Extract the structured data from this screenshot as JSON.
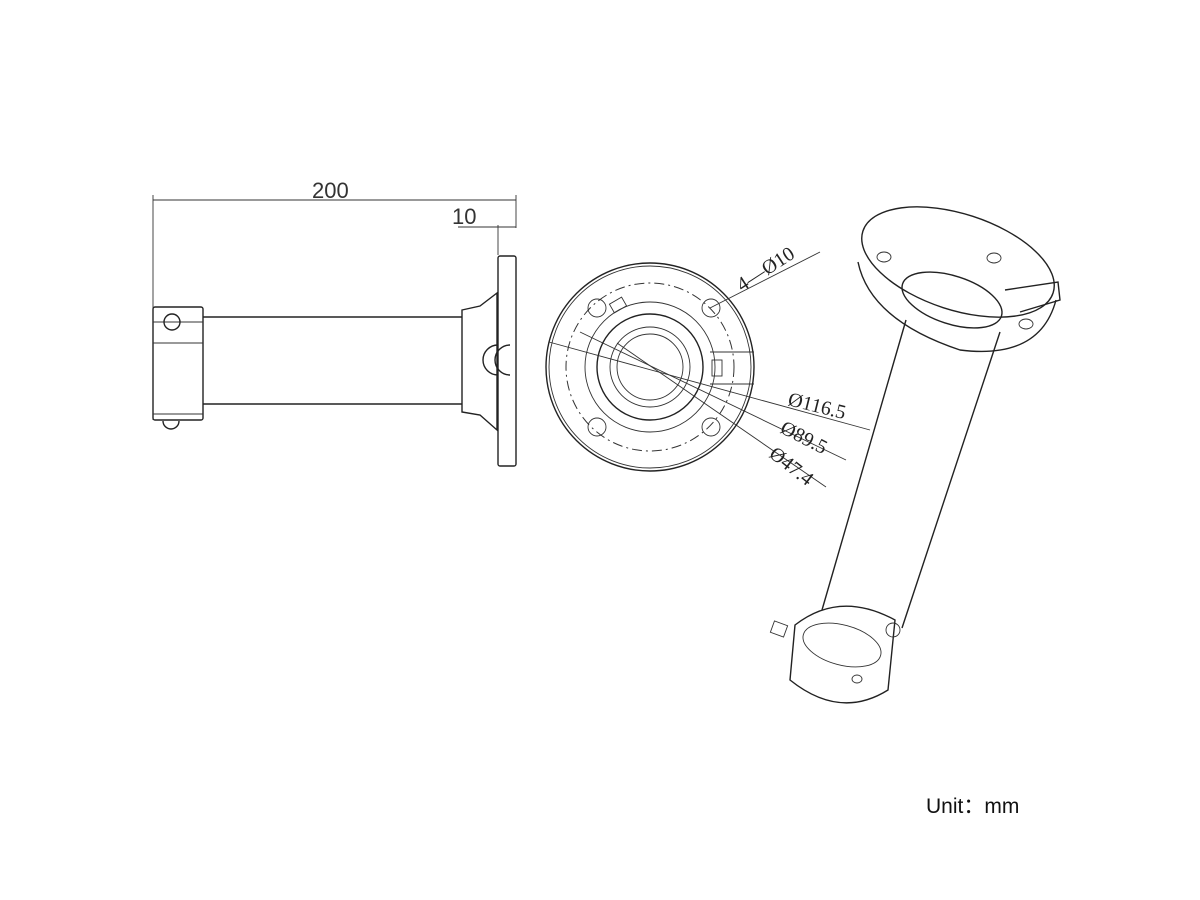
{
  "side_view": {
    "overall_length": "200",
    "flange_thickness": "10"
  },
  "front_view": {
    "hole_callout": "4—Ø10",
    "diameters": [
      "Ø116.5",
      "Ø89.5",
      "Ø47.4"
    ]
  },
  "unit_label": "Unit：mm"
}
